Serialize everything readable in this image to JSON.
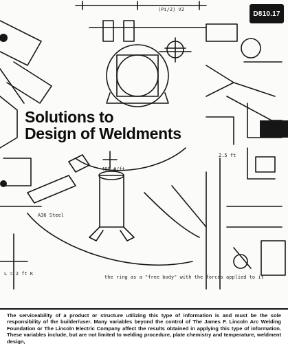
{
  "badge": "D810.17",
  "title_line1": "Solutions to",
  "title_line2": "Design of Weldments",
  "disclaimer": "The serviceability of a product or structure utilizing this type of information is and must be the sole responsibility of the builder/user. Many variables beyond the control of The James F. Lincoln Arc Welding Foundation or The Lincoln Electric Company affect the results obtained in applying this type of information. These variables include, but are not limited to welding procedure, plate chemistry and temperature, weldment design,",
  "sketch_notes": {
    "note_dim": "(Pi/2) V2",
    "note_load": "490 #/ft",
    "note_ring": "the ring as a \"free body\" with the forces applied to it",
    "note_steel": "A36 Steel",
    "note_gear": "2.5 ft",
    "note_formula": "L = 2 ft K"
  },
  "colors": {
    "ink": "#161616",
    "paper": "#fbfbf9",
    "badge_bg": "#141414"
  }
}
